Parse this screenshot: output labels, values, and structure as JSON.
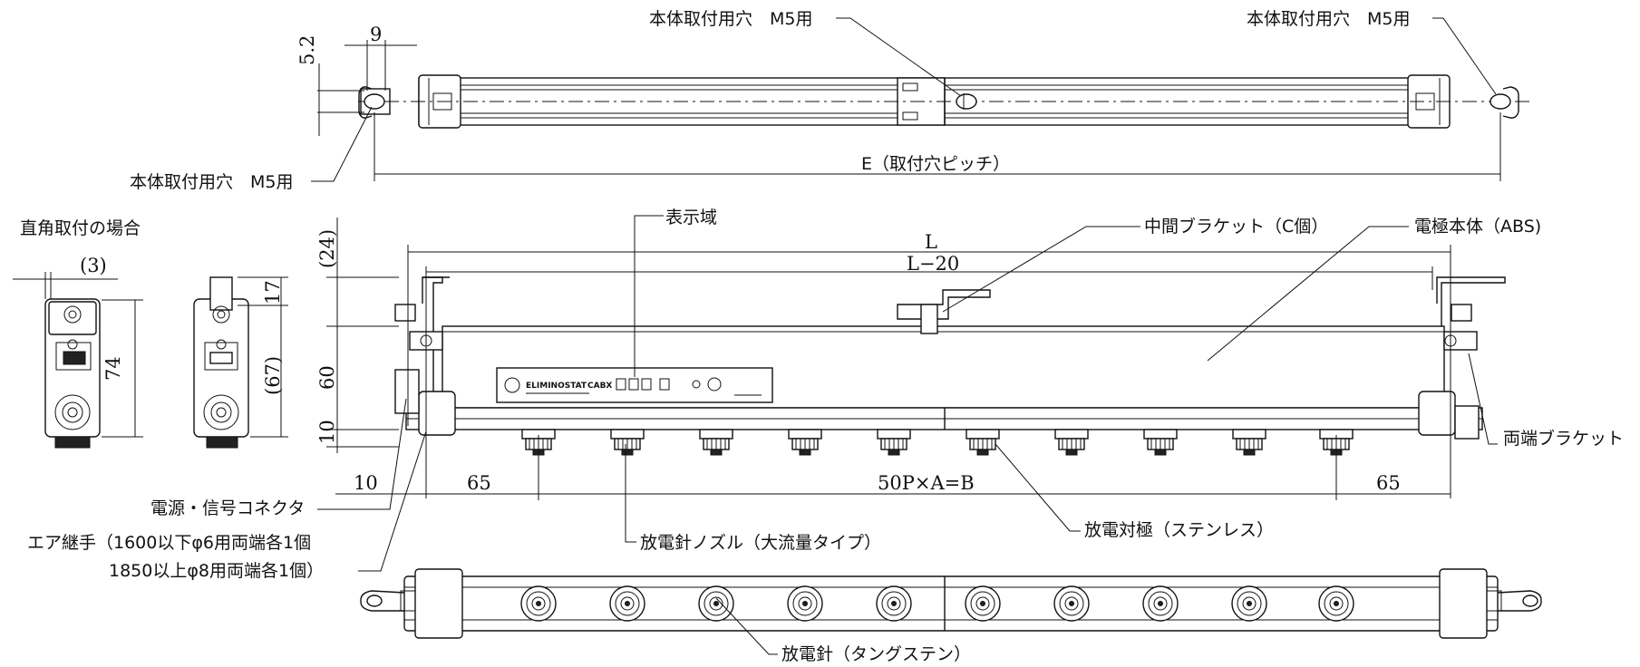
{
  "labels": {
    "mount_hole_top_mid": "本体取付用穴　M5用",
    "mount_hole_top_right": "本体取付用穴　M5用",
    "mount_hole_left": "本体取付用穴　M5用",
    "right_angle_title": "直角取付の場合",
    "display_area": "表示域",
    "middle_bracket": "中間ブラケット（C個）",
    "electrode_body": "電極本体（ABS)",
    "end_bracket": "両端ブラケット",
    "power_connector": "電源・信号コネクタ",
    "air_fitting_line1": "エア継手（1600以下φ6用両端各1個",
    "air_fitting_line2": "1850以上φ8用両端各1個）",
    "nozzle": "放電針ノズル（大流量タイプ）",
    "counter_electrode": "放電対極（ステンレス）",
    "needle": "放電針（タングステン）",
    "product_brand": "ELIMINOSTAT",
    "product_model": "CABX"
  },
  "dimensions": {
    "hole_dia": "5.2",
    "hole_width": "9",
    "pitch": "E（取付穴ピッチ）",
    "overall_length": "L",
    "inner_length": "L−20",
    "top_offset": "(24)",
    "height_60": "60",
    "height_10": "10",
    "side_offset": "(3)",
    "side_17": "17",
    "side_74": "74",
    "side_67": "(67)",
    "left_10": "10",
    "left_65": "65",
    "nozzle_span": "50P×A=B",
    "right_65": "65"
  }
}
